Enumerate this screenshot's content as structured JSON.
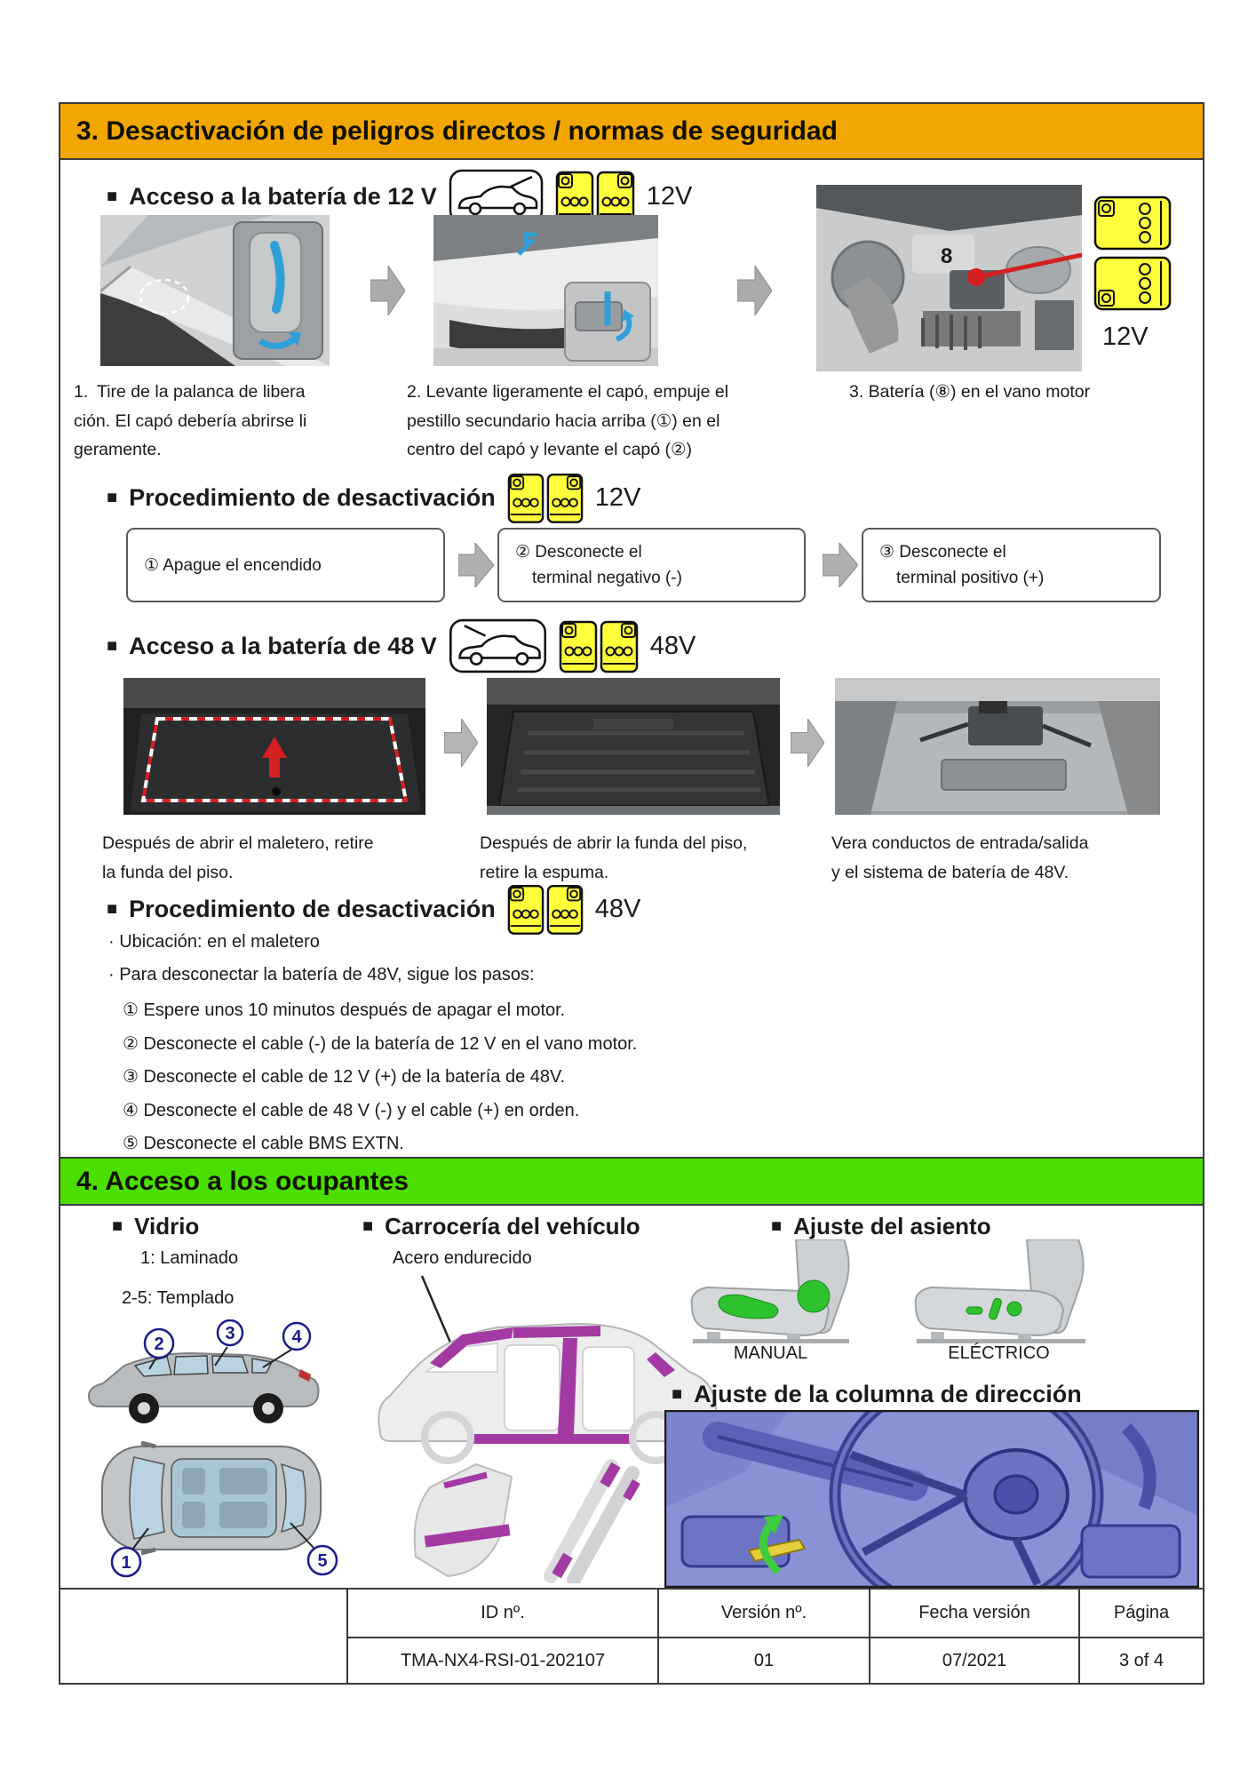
{
  "colors": {
    "section3_band": "#F2A602",
    "section4_band": "#4BDF00",
    "battery_yellow": "#FFFF3C",
    "marker_red": "#D42020",
    "hardened_steel_magenta": "#A33AA3",
    "seat_highlight_green": "#2EC22E",
    "glass_blue": "#B9D3E2",
    "callout_navy": "#1C1C8C"
  },
  "glyphs": {
    "square_bullet": "■"
  },
  "doc": {
    "section3": {
      "title": "3. Desactivación de peligros directos / normas de seguridad",
      "access12": {
        "heading": "Acceso a la batería de 12 V",
        "voltage_badge": "12V",
        "engine_marker": "8",
        "engine_voltage": "12V",
        "captions": [
          "1. Tire de la palanca de libera\nción. El capó debería abrirse li\ngeramente.",
          "2. Levante ligeramente el capó, empuje el\npestillo secundario hacia arriba (①) en el\ncentro del capó y levante el capó (②)",
          "3. Batería (⑧) en el vano motor"
        ]
      },
      "deact12": {
        "heading": "Procedimiento de desactivación",
        "voltage_badge": "12V",
        "steps": [
          "① Apague el encendido",
          "② Desconecte el\n  terminal negativo (-)",
          "③ Desconecte el\n  terminal positivo (+)"
        ]
      },
      "access48": {
        "heading": "Acceso a la batería de 48 V",
        "voltage_badge": "48V",
        "captions": [
          "Después de abrir el maletero, retire\nla funda del piso.",
          "Después de abrir la funda del piso,\nretire la espuma.",
          "Vera conductos de entrada/salida\ny el sistema de batería de 48V."
        ]
      },
      "deact48": {
        "heading": "Procedimiento de desactivación",
        "voltage_badge": "48V",
        "notes": [
          "· Ubicación: en el maletero",
          "· Para desconectar la batería de 48V, sigue los pasos:"
        ],
        "steps": [
          "① Espere unos 10 minutos después de apagar el motor.",
          "② Desconecte el cable (-) de la batería de 12 V en el vano motor.",
          "③ Desconecte el cable de 12 V (+) de la batería de 48V.",
          "④ Desconecte el cable de 48 V (-) y el cable (+) en orden.",
          "⑤ Desconecte el cable BMS EXTN."
        ]
      }
    },
    "section4": {
      "title": "4. Acceso a los ocupantes",
      "glass": {
        "heading": "Vidrio",
        "type1": "1: Laminado",
        "type2": "2-5: Templado",
        "callouts": [
          "1",
          "2",
          "3",
          "4",
          "5"
        ]
      },
      "body": {
        "heading": "Carrocería del vehículo",
        "material": "Acero endurecido"
      },
      "seats": {
        "heading": "Ajuste del asiento",
        "manual_label": "MANUAL",
        "power_label": "ELÉCTRICO"
      },
      "steering": {
        "heading": "Ajuste de la columna de dirección"
      }
    },
    "footer": {
      "headers": [
        "ID nº.",
        "Versión nº.",
        "Fecha versión",
        "Página"
      ],
      "values": [
        "TMA-NX4-RSI-01-202107",
        "01",
        "07/2021",
        "3 of 4"
      ]
    }
  }
}
